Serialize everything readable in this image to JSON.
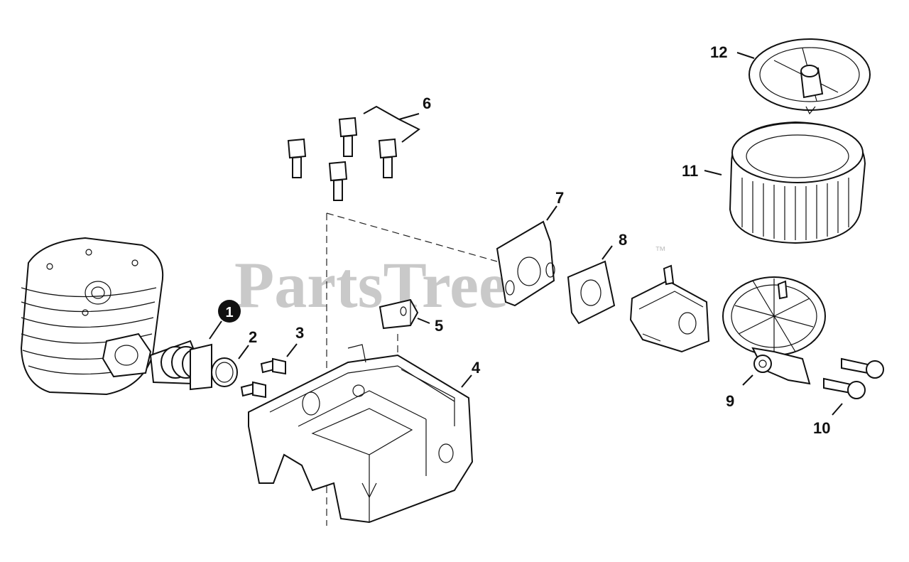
{
  "watermark": {
    "text": "PartsTree",
    "trademark": "™"
  },
  "callouts": [
    {
      "id": "1",
      "label": "1",
      "highlighted": true
    },
    {
      "id": "2",
      "label": "2"
    },
    {
      "id": "3",
      "label": "3"
    },
    {
      "id": "4",
      "label": "4"
    },
    {
      "id": "5",
      "label": "5"
    },
    {
      "id": "6",
      "label": "6"
    },
    {
      "id": "7",
      "label": "7"
    },
    {
      "id": "8",
      "label": "8"
    },
    {
      "id": "9",
      "label": "9"
    },
    {
      "id": "10",
      "label": "10"
    },
    {
      "id": "11",
      "label": "11"
    },
    {
      "id": "12",
      "label": "12"
    }
  ],
  "colors": {
    "ink": "#111111",
    "watermark": "#c9c9c9",
    "background": "#ffffff"
  }
}
